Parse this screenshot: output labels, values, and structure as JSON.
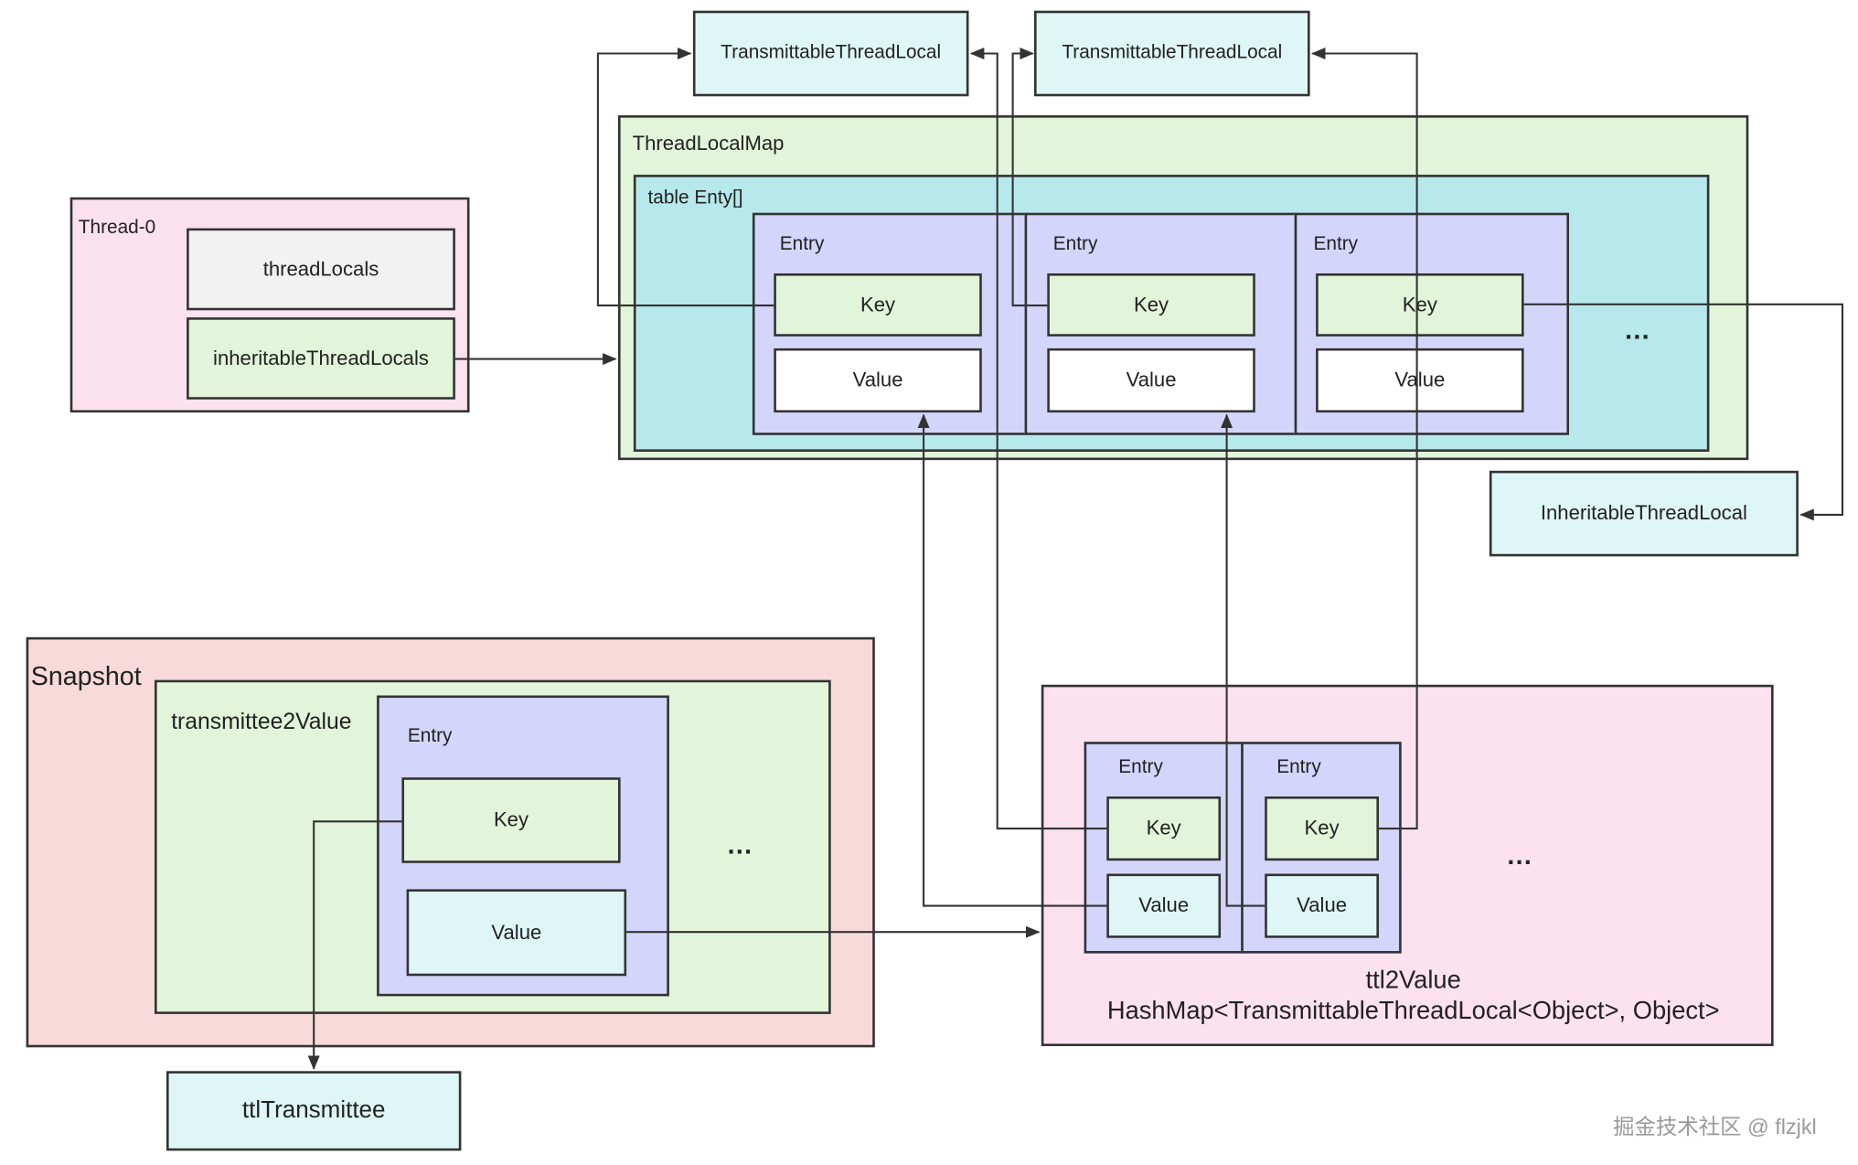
{
  "thread": {
    "title": "Thread-0",
    "thread_locals": "threadLocals",
    "inheritable": "inheritableThreadLocals"
  },
  "ttl_top": [
    "TransmittableThreadLocal",
    "TransmittableThreadLocal"
  ],
  "thread_local_map": {
    "title": "ThreadLocalMap",
    "table": "table Enty[]",
    "entries": [
      {
        "title": "Entry",
        "key": "Key",
        "value": "Value"
      },
      {
        "title": "Entry",
        "key": "Key",
        "value": "Value"
      },
      {
        "title": "Entry",
        "key": "Key",
        "value": "Value"
      }
    ],
    "ellipsis": "..."
  },
  "inheritable_thread_local": "InheritableThreadLocal",
  "snapshot": {
    "title": "Snapshot",
    "transmittee2value": "transmittee2Value",
    "entry": {
      "title": "Entry",
      "key": "Key",
      "value": "Value"
    },
    "ellipsis": "..."
  },
  "ttl_transmittee": "ttlTransmittee",
  "ttl2value": {
    "entries": [
      {
        "title": "Entry",
        "key": "Key",
        "value": "Value"
      },
      {
        "title": "Entry",
        "key": "Key",
        "value": "Value"
      }
    ],
    "ellipsis": "...",
    "name": "ttl2Value",
    "type": "HashMap<TransmittableThreadLocal<Object>, Object>"
  },
  "watermark": "掘金技术社区 @ flzjkl"
}
